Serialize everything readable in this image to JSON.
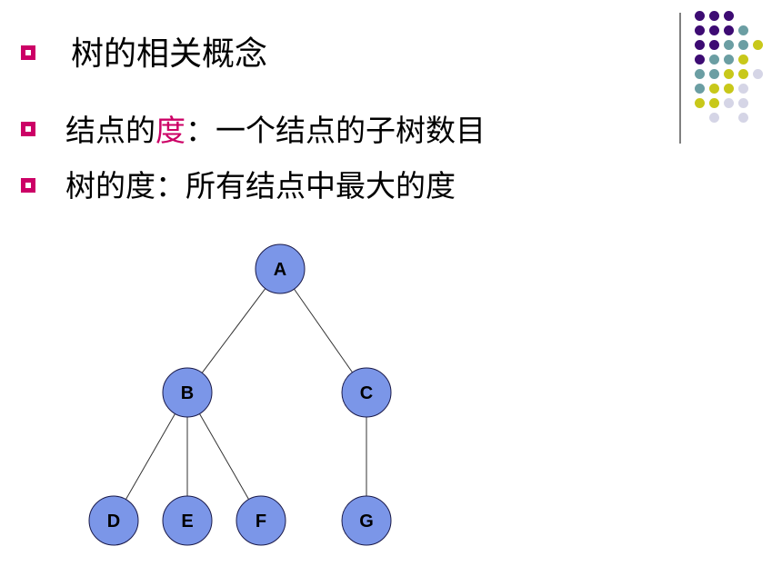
{
  "title": "树的相关概念",
  "bullets": [
    {
      "before": "结点的",
      "highlight": "度",
      "after": "：一个结点的子树数目"
    },
    {
      "before": "树的度：所有结点中最大的度",
      "highlight": "",
      "after": ""
    }
  ],
  "colors": {
    "bullet": "#cc0066",
    "highlight": "#cc0066",
    "node_fill": "#7b96e8",
    "node_stroke": "#1a1a4a",
    "edge": "#333333",
    "divider": "#808080",
    "dot_purple": "#3d0b73",
    "dot_teal": "#6b9ea3",
    "dot_yellow": "#c8c81a",
    "dot_lavender": "#d5d5e6"
  },
  "decoration": {
    "dot_rows": [
      [
        "dot_purple",
        "dot_purple",
        "dot_purple",
        null
      ],
      [
        "dot_purple",
        "dot_purple",
        "dot_purple",
        "dot_teal"
      ],
      [
        "dot_purple",
        "dot_purple",
        "dot_teal",
        "dot_teal",
        "dot_yellow"
      ],
      [
        "dot_purple",
        "dot_teal",
        "dot_teal",
        "dot_yellow",
        null
      ],
      [
        "dot_teal",
        "dot_teal",
        "dot_yellow",
        "dot_yellow",
        "dot_lavender"
      ],
      [
        "dot_teal",
        "dot_yellow",
        "dot_yellow",
        "dot_lavender",
        null
      ],
      [
        "dot_yellow",
        "dot_yellow",
        "dot_lavender",
        "dot_lavender",
        null
      ],
      [
        null,
        "dot_lavender",
        null,
        "dot_lavender",
        null
      ]
    ]
  },
  "tree": {
    "nodes": [
      {
        "id": "A",
        "label": "A",
        "parent": null
      },
      {
        "id": "B",
        "label": "B",
        "parent": "A"
      },
      {
        "id": "C",
        "label": "C",
        "parent": "A"
      },
      {
        "id": "D",
        "label": "D",
        "parent": "B"
      },
      {
        "id": "E",
        "label": "E",
        "parent": "B"
      },
      {
        "id": "F",
        "label": "F",
        "parent": "B"
      },
      {
        "id": "G",
        "label": "G",
        "parent": "C"
      }
    ]
  }
}
